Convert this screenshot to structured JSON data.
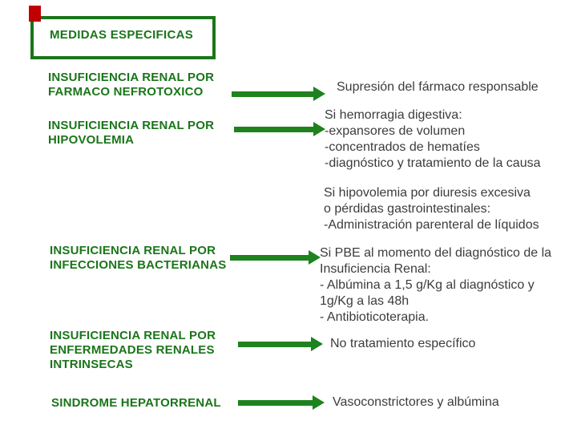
{
  "title_box": {
    "label": "MEDIDAS ESPECIFICAS"
  },
  "icons": {
    "arrow": "right-arrow",
    "decoration": "red-square"
  },
  "colors": {
    "green_dark": "#1a751a",
    "green_arrow": "#1e821e",
    "body_text": "#3c3c3c",
    "red": "#c00000",
    "bg": "#ffffff"
  },
  "rows": [
    {
      "heading": "INSUFICIENCIA RENAL POR\nFARMACO NEFROTOXICO",
      "result": "Supresión del fármaco responsable"
    },
    {
      "heading": "INSUFICIENCIA RENAL POR\nHIPOVOLEMIA",
      "result": "Si hemorragia digestiva:\n-expansores de volumen\n-concentrados de hematíes\n-diagnóstico y tratamiento de la causa"
    },
    {
      "note": "Si hipovolemia por diuresis excesiva\no pérdidas gastrointestinales:\n-Administración parenteral de líquidos"
    },
    {
      "heading": "INSUFICIENCIA RENAL POR\nINFECCIONES BACTERIANAS",
      "result": "Si PBE al momento del diagnóstico de la\nInsuficiencia Renal:\n- Albúmina a 1,5 g/Kg al diagnóstico y\n1g/Kg a las 48h\n- Antibioticoterapia."
    },
    {
      "heading": "INSUFICIENCIA RENAL POR\nENFERMEDADES RENALES\nINTRINSECAS",
      "result": "No tratamiento específico"
    },
    {
      "heading": "SINDROME HEPATORRENAL",
      "result": "Vasoconstrictores y albúmina"
    }
  ]
}
